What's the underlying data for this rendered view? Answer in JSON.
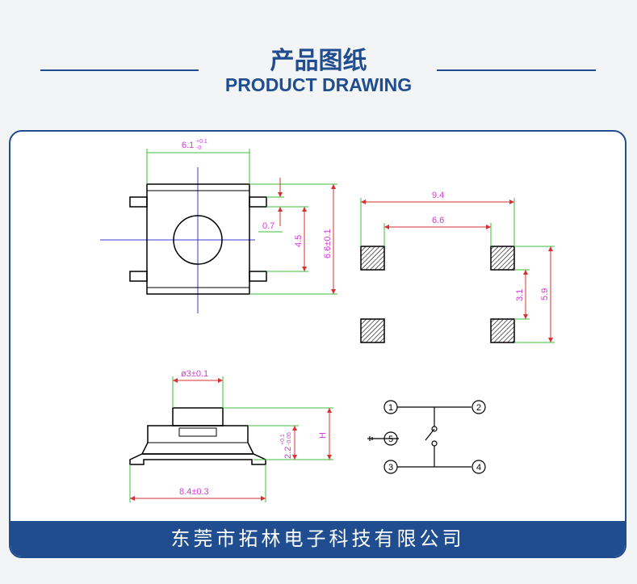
{
  "header": {
    "title_cn": "产品图纸",
    "title_en": "PRODUCT DRAWING"
  },
  "colors": {
    "brand_blue": "#1f4d8f",
    "dimension_green": "#3cbf3c",
    "dimension_text": "#d23ad6",
    "centerline_blue": "#3a3ad0",
    "callout_red": "#d93030"
  },
  "dimensions": {
    "top_width": "6.1",
    "top_width_tol": "+0.1",
    "top_width_tol2": "-0",
    "pin_offset": "0.7",
    "height_45": "4.5",
    "height_66": "6.6±0.1",
    "pad_outer": "9.4",
    "pad_inner": "6.6",
    "pad_v1": "3.1",
    "pad_v2": "5.9",
    "stem_dia": "ø3±0.1",
    "body_h": "2.2",
    "body_h_tol": "+0.1",
    "body_h_tol2": "-0.05",
    "total_h": "H",
    "base_width": "8.4±0.3"
  },
  "schematic": {
    "pins": [
      "1",
      "2",
      "5",
      "3",
      "4"
    ]
  },
  "footer": {
    "company": "东莞市拓林电子科技有限公司"
  }
}
